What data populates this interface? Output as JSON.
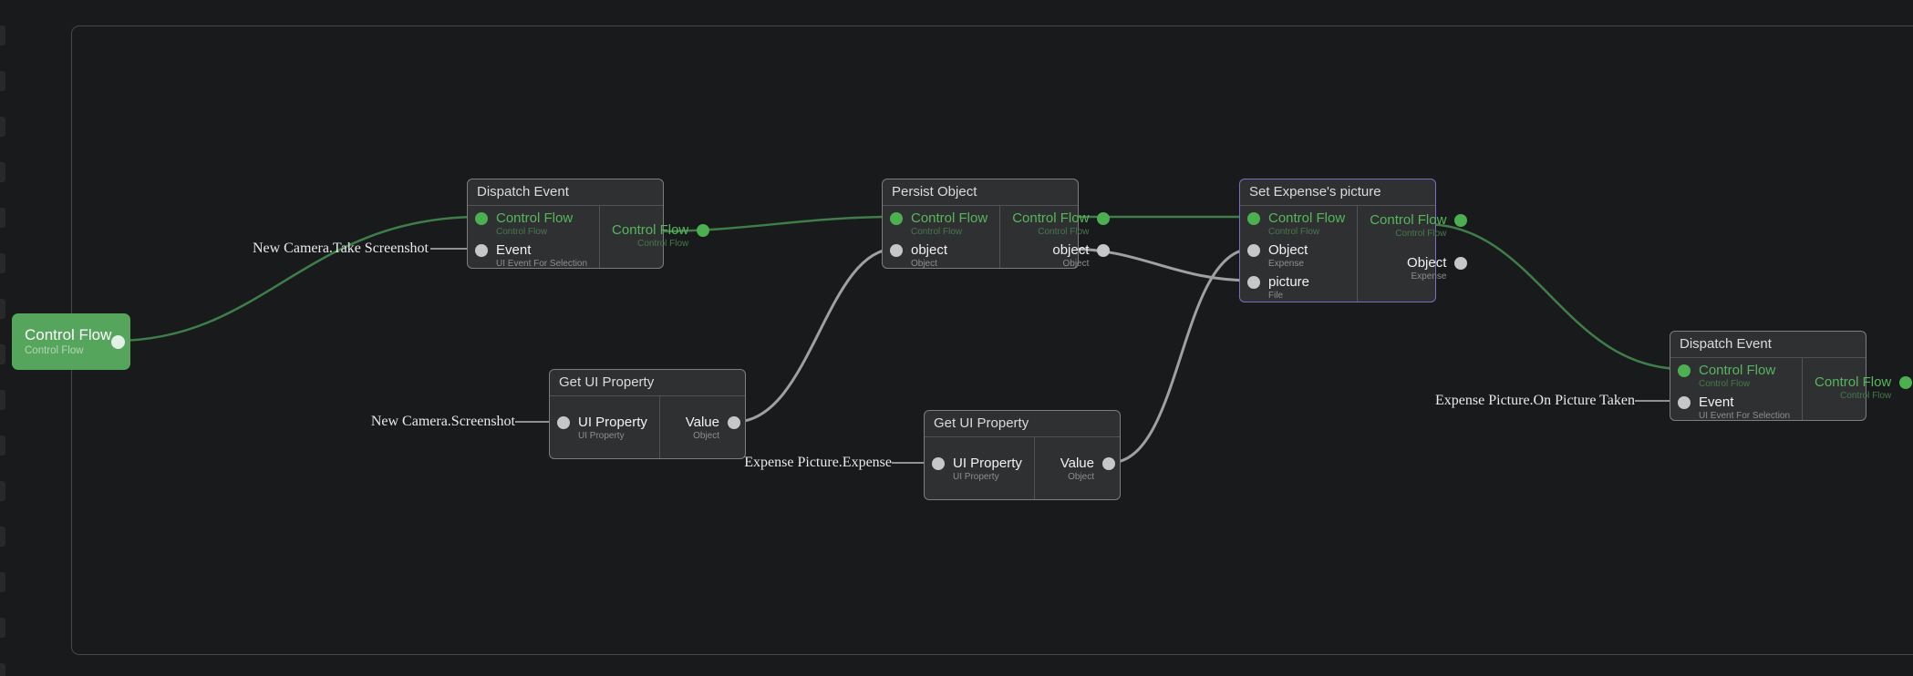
{
  "colors": {
    "background": "#191a1c",
    "node_background": "#2f3032",
    "node_border": "#7c7d80",
    "selection_border": "#7a6ec2",
    "exec_green": "#4caf50",
    "wire_exec_green": "#3f7d49",
    "wire_data_gray": "#9fa0a2",
    "entry_node_green": "#55a55c"
  },
  "left_rail": {
    "stub_count": 15
  },
  "nodes": [
    {
      "id": "entry",
      "title": "Control Flow",
      "subtitle": "Control Flow"
    },
    {
      "id": "dispatch-event-1",
      "title": "Dispatch Event",
      "inputs": [
        {
          "label": "Control Flow",
          "type": "Control Flow"
        },
        {
          "label": "Event",
          "type": "UI Event For Selection"
        }
      ],
      "outputs": [
        {
          "label": "Control Flow",
          "type": "Control Flow"
        }
      ]
    },
    {
      "id": "persist-object",
      "title": "Persist Object",
      "inputs": [
        {
          "label": "Control Flow",
          "type": "Control Flow"
        },
        {
          "label": "object",
          "type": "Object"
        }
      ],
      "outputs": [
        {
          "label": "Control Flow",
          "type": "Control Flow"
        },
        {
          "label": "object",
          "type": "Object"
        }
      ]
    },
    {
      "id": "set-expense-picture",
      "title": "Set Expense's picture",
      "selected": true,
      "inputs": [
        {
          "label": "Control Flow",
          "type": "Control Flow"
        },
        {
          "label": "Object",
          "type": "Expense"
        },
        {
          "label": "picture",
          "type": "File"
        }
      ],
      "outputs": [
        {
          "label": "Control Flow",
          "type": "Control Flow"
        },
        {
          "label": "Object",
          "type": "Expense"
        }
      ]
    },
    {
      "id": "get-ui-property-1",
      "title": "Get UI Property",
      "inputs": [
        {
          "label": "UI Property",
          "type": "UI Property"
        }
      ],
      "outputs": [
        {
          "label": "Value",
          "type": "Object"
        }
      ]
    },
    {
      "id": "get-ui-property-2",
      "title": "Get UI Property",
      "inputs": [
        {
          "label": "UI Property",
          "type": "UI Property"
        }
      ],
      "outputs": [
        {
          "label": "Value",
          "type": "Object"
        }
      ]
    },
    {
      "id": "dispatch-event-2",
      "title": "Dispatch Event",
      "inputs": [
        {
          "label": "Control Flow",
          "type": "Control Flow"
        },
        {
          "label": "Event",
          "type": "UI Event For Selection"
        }
      ],
      "outputs": [
        {
          "label": "Control Flow",
          "type": "Control Flow"
        }
      ]
    }
  ],
  "external_labels": [
    {
      "text": "New Camera.Take Screenshot"
    },
    {
      "text": "New Camera.Screenshot"
    },
    {
      "text": "Expense Picture.Expense"
    },
    {
      "text": "Expense Picture.On Picture Taken"
    }
  ],
  "connections": [
    {
      "from": "entry.Control Flow",
      "to": "dispatch-event-1.Control Flow"
    },
    {
      "from": "New Camera.Take Screenshot",
      "to": "dispatch-event-1.Event"
    },
    {
      "from": "dispatch-event-1.Control Flow",
      "to": "persist-object.Control Flow"
    },
    {
      "from": "New Camera.Screenshot",
      "to": "get-ui-property-1.UI Property"
    },
    {
      "from": "get-ui-property-1.Value",
      "to": "persist-object.object"
    },
    {
      "from": "persist-object.Control Flow",
      "to": "set-expense-picture.Control Flow"
    },
    {
      "from": "persist-object.object",
      "to": "set-expense-picture.picture"
    },
    {
      "from": "Expense Picture.Expense",
      "to": "get-ui-property-2.UI Property"
    },
    {
      "from": "get-ui-property-2.Value",
      "to": "set-expense-picture.Object"
    },
    {
      "from": "set-expense-picture.Control Flow",
      "to": "dispatch-event-2.Control Flow"
    },
    {
      "from": "Expense Picture.On Picture Taken",
      "to": "dispatch-event-2.Event"
    }
  ]
}
